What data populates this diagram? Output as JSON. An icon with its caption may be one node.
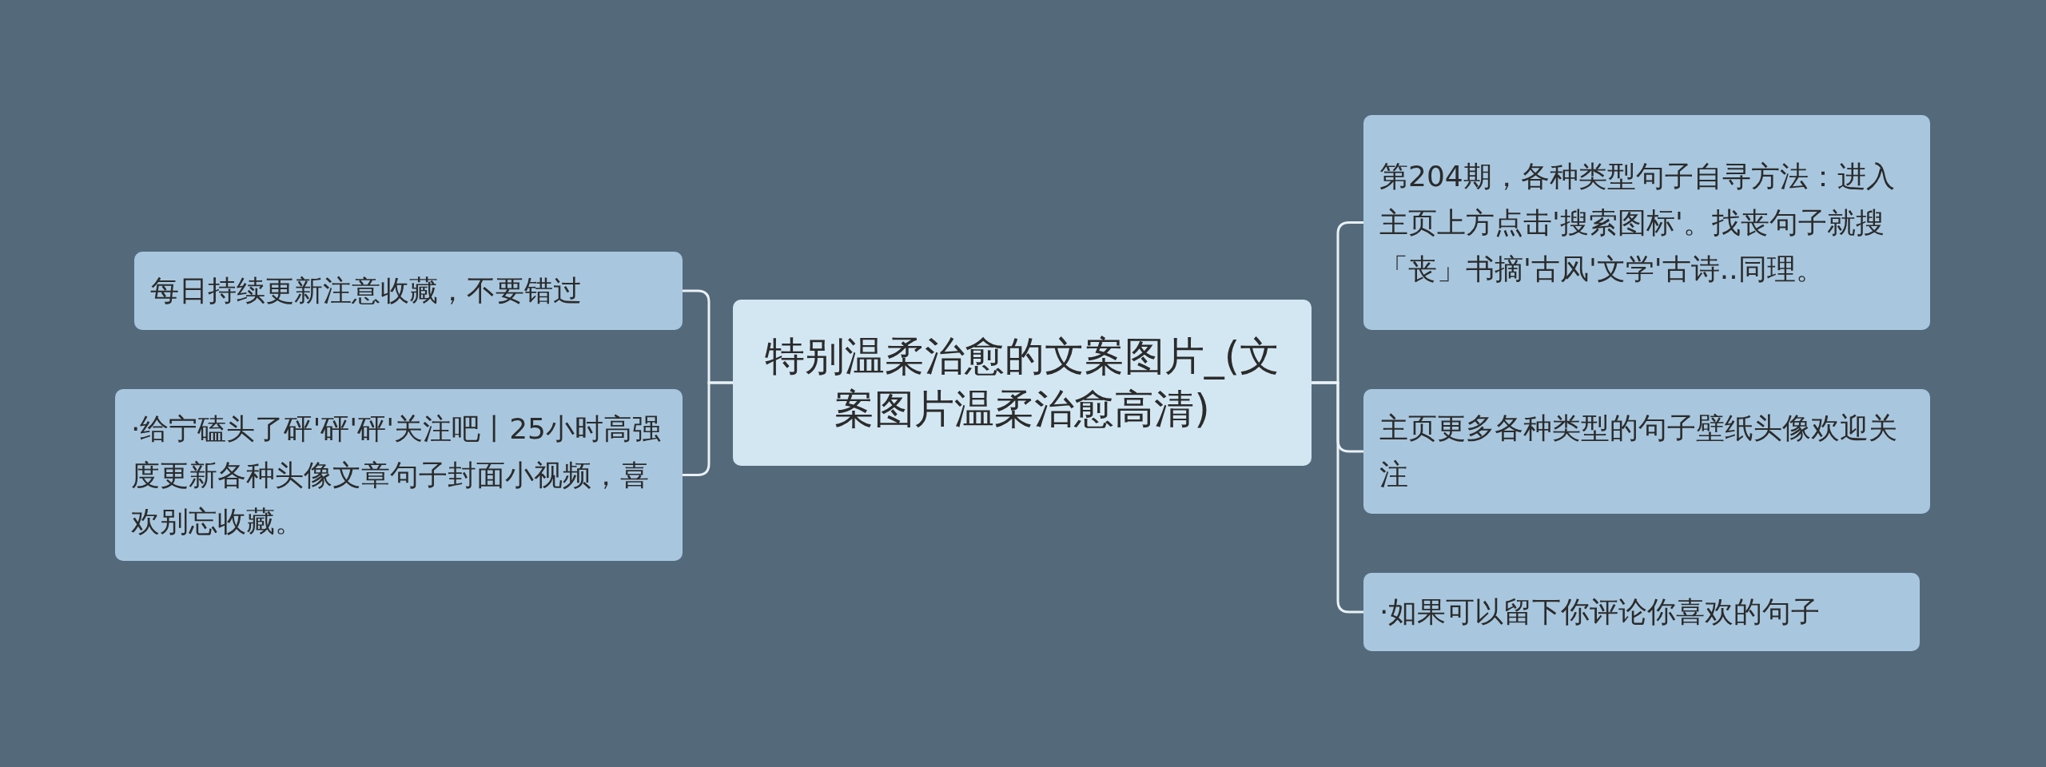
{
  "diagram": {
    "nodes": [
      {
        "text": [
          "特别温柔治愈的文案图片_(文案图片温柔治愈高清)"
        ]
      },
      {
        "text": [
          "每日持续更新注意收藏，不要错过"
        ]
      },
      {
        "text": [
          "·给宁磕头了砰'砰'砰'关注吧丨25小时高强度更新各种头像文章句子封面小视频，喜欢别忘收藏。"
        ]
      },
      {
        "text": [
          "第204期，各种类型句子自寻方法：进入主页上方点击'搜索图标'。找丧句子就搜「丧」书摘'古风'文学'古诗..同理。"
        ]
      },
      {
        "text": [
          "主页更多各种类型的句子壁纸头像欢迎关注"
        ]
      },
      {
        "text": [
          "·如果可以留下你评论你喜欢的句子"
        ]
      }
    ],
    "edges": [
      {
        "from": 0,
        "to": 1,
        "arrow": "none"
      },
      {
        "from": 0,
        "to": 2,
        "arrow": "none"
      },
      {
        "from": 0,
        "to": 3,
        "arrow": "none"
      },
      {
        "from": 0,
        "to": 4,
        "arrow": "none"
      },
      {
        "from": 0,
        "to": 5,
        "arrow": "none"
      }
    ]
  }
}
